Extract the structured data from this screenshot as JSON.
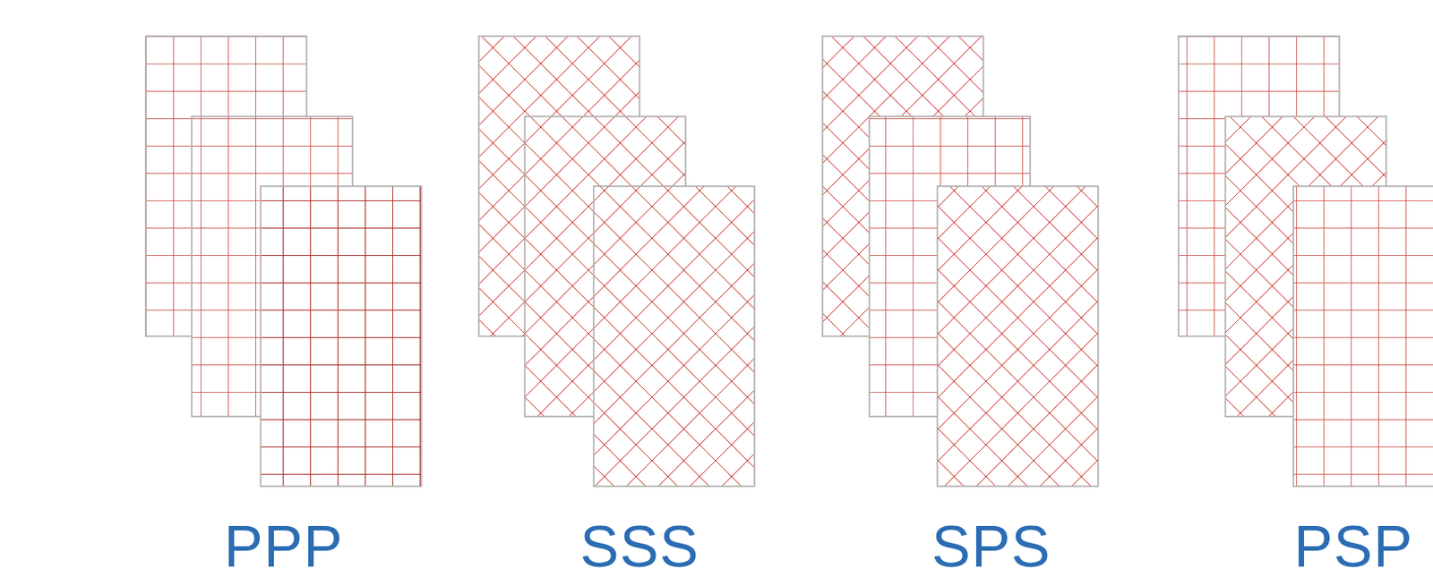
{
  "diagram": {
    "labels": [
      "PPP",
      "SSS",
      "SPS",
      "PSP"
    ]
  }
}
